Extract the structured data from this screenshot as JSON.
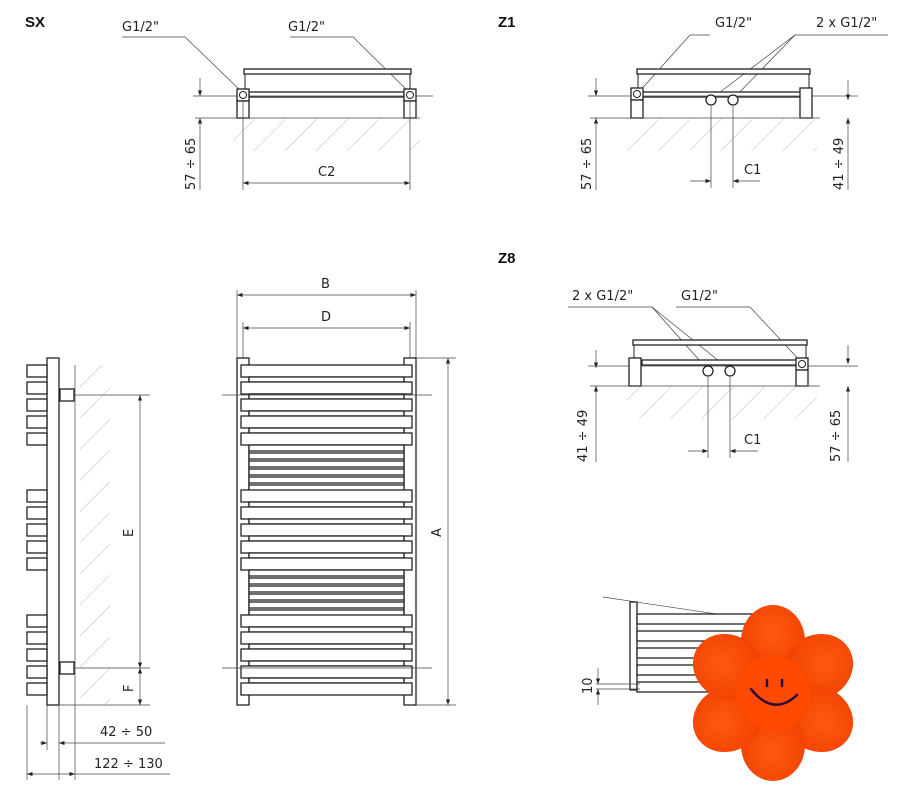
{
  "sections": {
    "sx": "SX",
    "z1": "Z1",
    "z8": "Z8"
  },
  "labels": {
    "sx_conn_left": "G1/2\"",
    "sx_conn_right": "G1/2\"",
    "sx_height": "57 ÷ 65",
    "sx_c2": "C2",
    "z1_conn": "G1/2\"",
    "z1_conn2": "2 x G1/2\"",
    "z1_height_left": "57 ÷ 65",
    "z1_height_right": "41 ÷ 49",
    "z1_c1": "C1",
    "z8_conn2": "2 x G1/2\"",
    "z8_conn": "G1/2\"",
    "z8_height_left": "41 ÷ 49",
    "z8_height_right": "57 ÷ 65",
    "z8_c1": "C1",
    "side_e": "E",
    "side_f": "F",
    "side_depth1": "42 ÷ 50",
    "side_depth2": "122 ÷ 130",
    "front_b": "B",
    "front_d": "D",
    "front_a": "A",
    "detail_10": "10"
  },
  "colors": {
    "flower": "#ff4a00",
    "line": "#222222"
  }
}
